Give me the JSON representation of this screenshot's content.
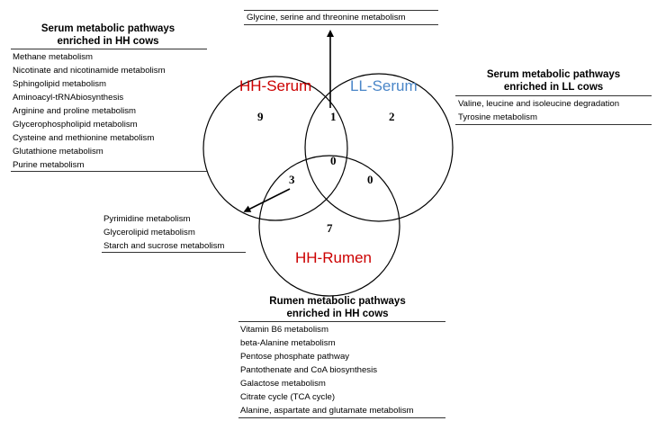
{
  "colors": {
    "hh_serum": "#cc0000",
    "ll_serum": "#4a86c8",
    "hh_rumen": "#cc0000",
    "lines": "#000000"
  },
  "sets": {
    "hh_serum": "HH-Serum",
    "ll_serum": "LL-Serum",
    "hh_rumen": "HH-Rumen"
  },
  "regions": {
    "hh_serum_only": "9",
    "hh_serum_ll_serum": "1",
    "ll_serum_only": "2",
    "all_three": "0",
    "hh_serum_hh_rumen": "3",
    "ll_serum_hh_rumen": "0",
    "hh_rumen_only": "7"
  },
  "top_group": {
    "items": [
      "Glycine, serine and threonine metabolism"
    ]
  },
  "serum_hh": {
    "title_line1": "Serum metabolic pathways",
    "title_line2": "enriched in HH cows",
    "items": [
      "Methane metabolism",
      "Nicotinate and nicotinamide metabolism",
      "Sphingolipid metabolism",
      "Aminoacyl-tRNAbiosynthesis",
      "Arginine and proline metabolism",
      "Glycerophospholipid metabolism",
      "Cysteine and methionine metabolism",
      "Glutathione metabolism",
      "Purine metabolism"
    ]
  },
  "serum_ll": {
    "title_line1": "Serum metabolic pathways",
    "title_line2": "enriched in LL cows",
    "items": [
      "Valine, leucine and isoleucine degradation",
      "Tyrosine metabolism"
    ]
  },
  "overlap_group": {
    "items": [
      "Pyrimidine metabolism",
      "Glycerolipid metabolism",
      "Starch and sucrose metabolism"
    ]
  },
  "rumen_hh": {
    "title_line1": "Rumen metabolic pathways",
    "title_line2": "enriched in HH cows",
    "items": [
      "Vitamin B6 metabolism",
      "beta-Alanine metabolism",
      "Pentose phosphate pathway",
      "Pantothenate and CoA biosynthesis",
      "Galactose metabolism",
      "Citrate cycle (TCA cycle)",
      "Alanine, aspartate and glutamate metabolism"
    ]
  }
}
